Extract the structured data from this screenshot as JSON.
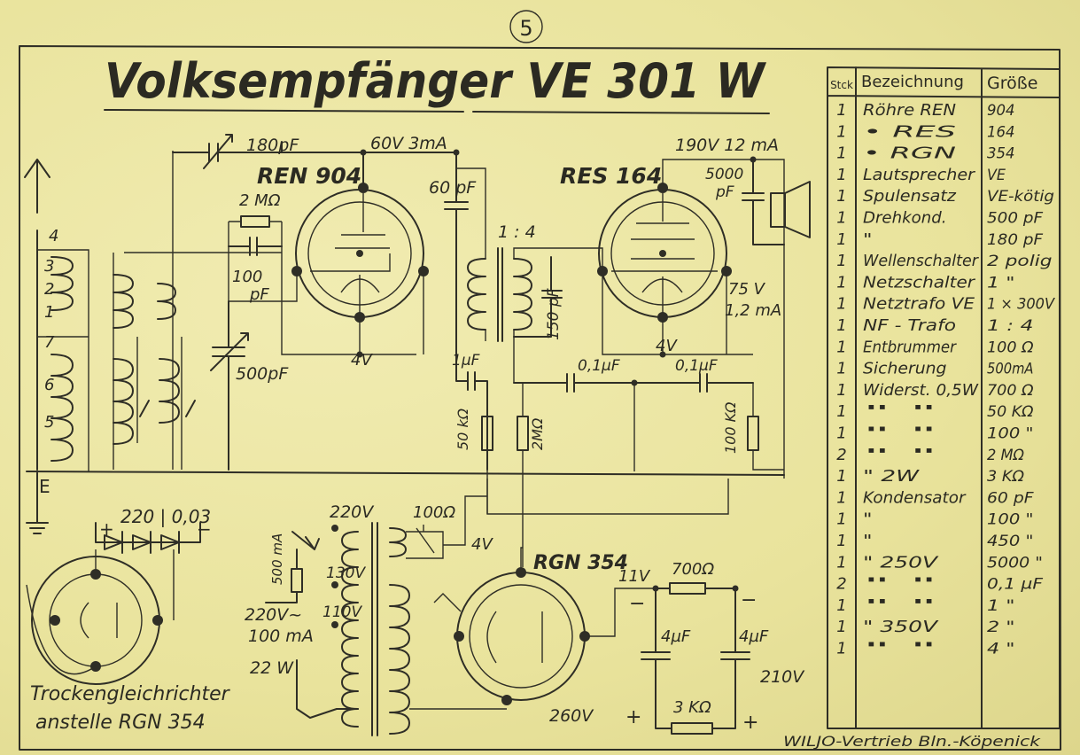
{
  "page_number": "5",
  "title": "Volksempfänger  VE 301 W",
  "footer": "WILJO-Vertrieb Bln.-Köpenick",
  "colors": {
    "paper": "#ece7a6",
    "ink": "#2f2e26"
  },
  "labels": {
    "c180": "180pF",
    "v60": "60V  3mA",
    "v190": "190V  12 mA",
    "ren904": "REN 904",
    "res164": "RES 164",
    "c60": "60 pF",
    "c5000a": "5000",
    "c5000b": "pF",
    "r2m": "2 MΩ",
    "c100a": "100",
    "c100b": "pF",
    "ratio": "1 : 4",
    "c150": "150 pF",
    "v75": "75 V",
    "ma12": "1,2 mA",
    "v4a": "4V",
    "v4b": "4V",
    "c500": "500pF",
    "c1uf": "1µF",
    "c01a": "0,1µF",
    "c01b": "0,1µF",
    "r50k": "50 kΩ",
    "r2mv": "2MΩ",
    "r100k": "100 KΩ",
    "e": "E",
    "t1": "1",
    "t2": "2",
    "t3": "3",
    "t4": "4",
    "t5": "5",
    "t6": "6",
    "t7": "7",
    "v220": "220V",
    "r100": "100Ω",
    "v4c": "4V",
    "ma500": "500 mA",
    "v130": "130V",
    "v110": "110V",
    "v220mains": "220V~",
    "ma100": "100 mA",
    "w22": "22 W",
    "rgn354": "RGN 354",
    "v11": "11V",
    "r700": "700Ω",
    "c4a": "4µF",
    "c4b": "4µF",
    "v210": "210V",
    "v260": "260V",
    "r3k": "3 KΩ",
    "rect": "220 | 0,03",
    "plus1": "+",
    "minus1": "−",
    "plus2": "+",
    "plus3": "+",
    "minus2": "−",
    "minus3": "−",
    "dry1": "Trockengleichrichter",
    "dry2": "anstelle  RGN 354"
  },
  "parts_table": {
    "headers": [
      "Stck",
      "Bezeichnung",
      "Größe"
    ],
    "rows": [
      [
        "1",
        "Röhre  REN",
        "904"
      ],
      [
        "1",
        "•      RES",
        "164"
      ],
      [
        "1",
        "•      RGN",
        "354"
      ],
      [
        "1",
        "Lautsprecher",
        "VE"
      ],
      [
        "1",
        "Spulensatz",
        "VE-kötig"
      ],
      [
        "1",
        "Drehkond.",
        "500 pF"
      ],
      [
        "1",
        "\"",
        "180 pF"
      ],
      [
        "1",
        "Wellenschalter",
        "2 polig"
      ],
      [
        "1",
        "Netzschalter",
        "1 \""
      ],
      [
        "1",
        "Netztrafo VE",
        "1 × 300V"
      ],
      [
        "1",
        "NF - Trafo",
        "1 : 4"
      ],
      [
        "1",
        "Entbrummer",
        "100 Ω"
      ],
      [
        "1",
        "Sicherung",
        "500mA"
      ],
      [
        "1",
        "Widerst. 0,5W",
        "700 Ω"
      ],
      [
        "1",
        "\"      \"",
        "50 KΩ"
      ],
      [
        "1",
        "\"      \"",
        "100 \""
      ],
      [
        "2",
        "\"      \"",
        "2 MΩ"
      ],
      [
        "1",
        "\"   2W",
        "3 KΩ"
      ],
      [
        "1",
        "Kondensator",
        "60 pF"
      ],
      [
        "1",
        "\"",
        "100 \""
      ],
      [
        "1",
        "\"",
        "450 \""
      ],
      [
        "1",
        "\"   250V",
        "5000 \""
      ],
      [
        "2",
        "\"      \"",
        "0,1 µF"
      ],
      [
        "1",
        "\"      \"",
        "1 \""
      ],
      [
        "1",
        "\"   350V",
        "2 \""
      ],
      [
        "1",
        "\"      \"",
        "4 \""
      ]
    ]
  }
}
